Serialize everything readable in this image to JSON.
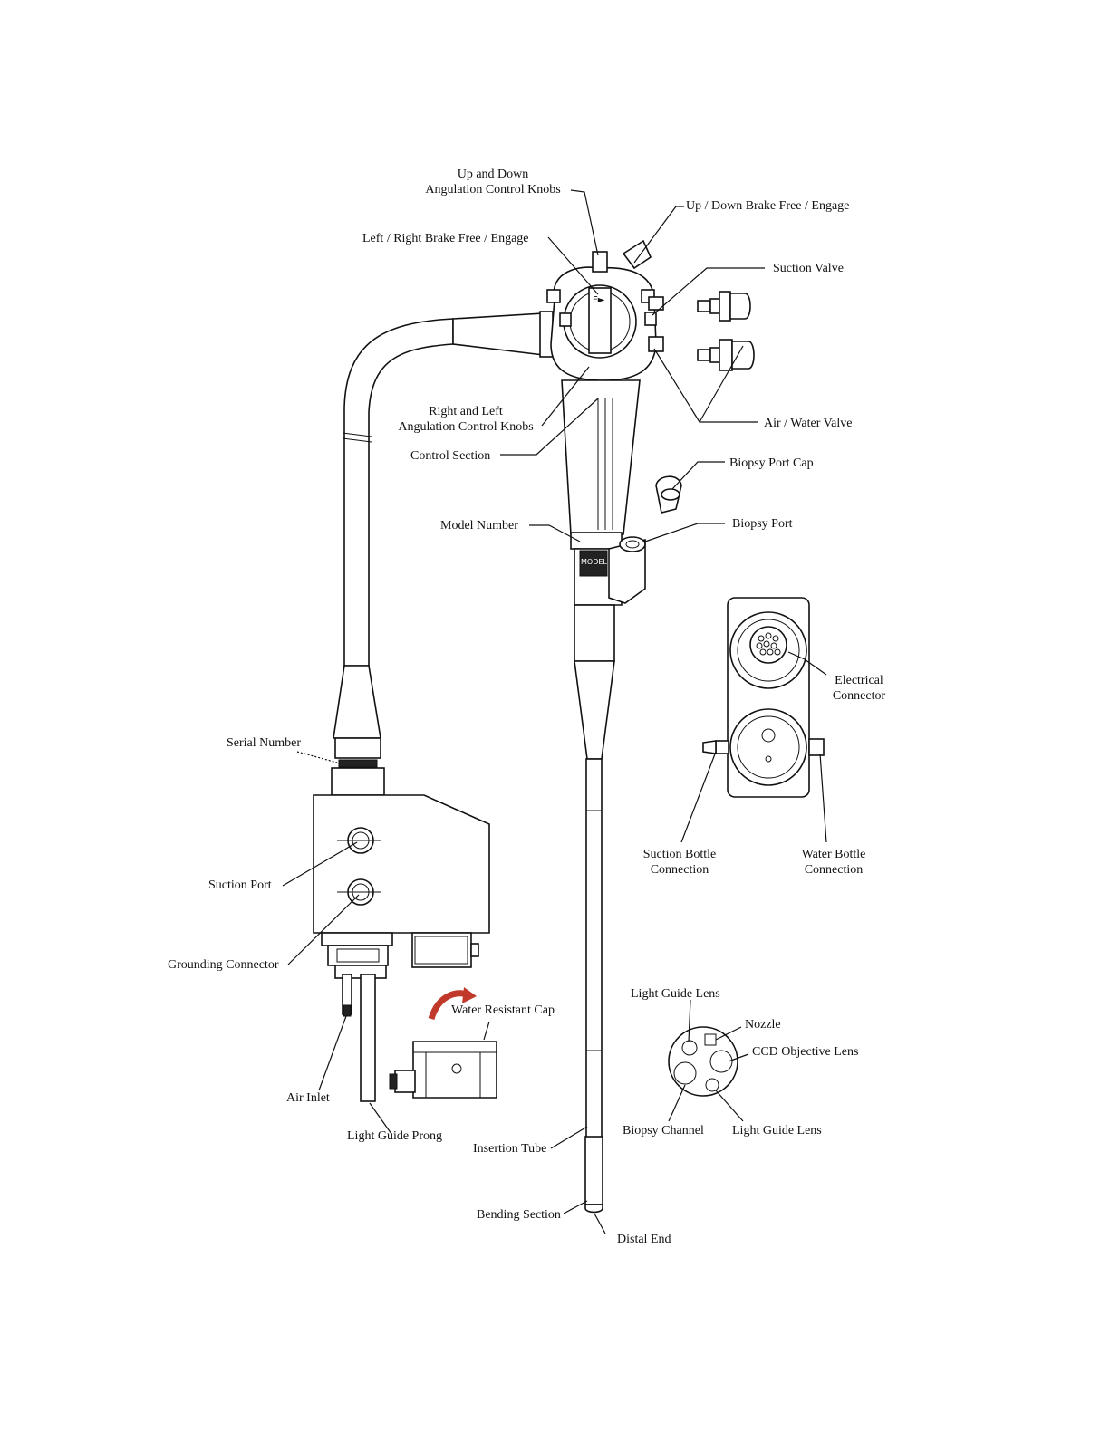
{
  "labels": {
    "up_down_angulation": "Up and Down\nAngulation Control Knobs",
    "up_down_brake": "Up / Down Brake Free / Engage",
    "left_right_brake": "Left / Right Brake Free / Engage",
    "suction_valve": "Suction Valve",
    "right_left_angulation": "Right and Left\nAngulation Control Knobs",
    "air_water_valve": "Air / Water Valve",
    "control_section": "Control Section",
    "biopsy_port_cap": "Biopsy Port Cap",
    "model_number": "Model Number",
    "biopsy_port": "Biopsy Port",
    "electrical_connector": "Electrical\nConnector",
    "serial_number": "Serial Number",
    "suction_bottle_connection": "Suction Bottle\nConnection",
    "water_bottle_connection": "Water Bottle\nConnection",
    "suction_port": "Suction Port",
    "grounding_connector": "Grounding Connector",
    "light_guide_lens_top": "Light Guide Lens",
    "water_resistant_cap": "Water Resistant Cap",
    "nozzle": "Nozzle",
    "ccd_objective_lens": "CCD Objective Lens",
    "air_inlet": "Air Inlet",
    "biopsy_channel": "Biopsy Channel",
    "light_guide_lens_bottom": "Light Guide Lens",
    "light_guide_prong": "Light Guide Prong",
    "insertion_tube": "Insertion Tube",
    "bending_section": "Bending Section",
    "distal_end": "Distal End"
  },
  "colors": {
    "line": "#111111",
    "accent_arrow": "#c0392b"
  }
}
